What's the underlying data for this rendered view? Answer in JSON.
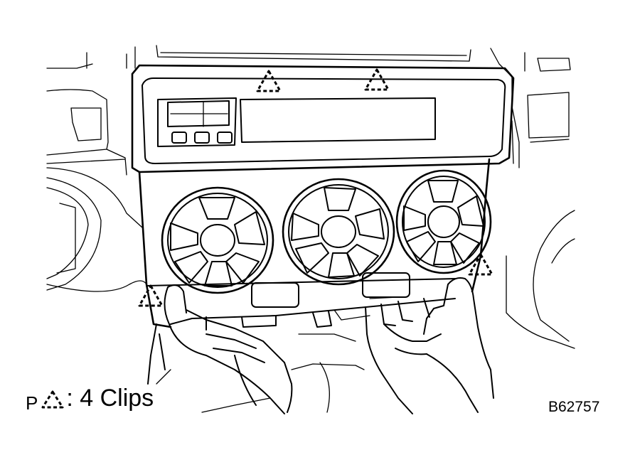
{
  "legend": {
    "prefix": "P",
    "icon": "dashed-triangle-clip-icon",
    "text": ": 4 Clips"
  },
  "figure_code": "B62757",
  "colors": {
    "line": "#000000",
    "background": "#ffffff"
  }
}
